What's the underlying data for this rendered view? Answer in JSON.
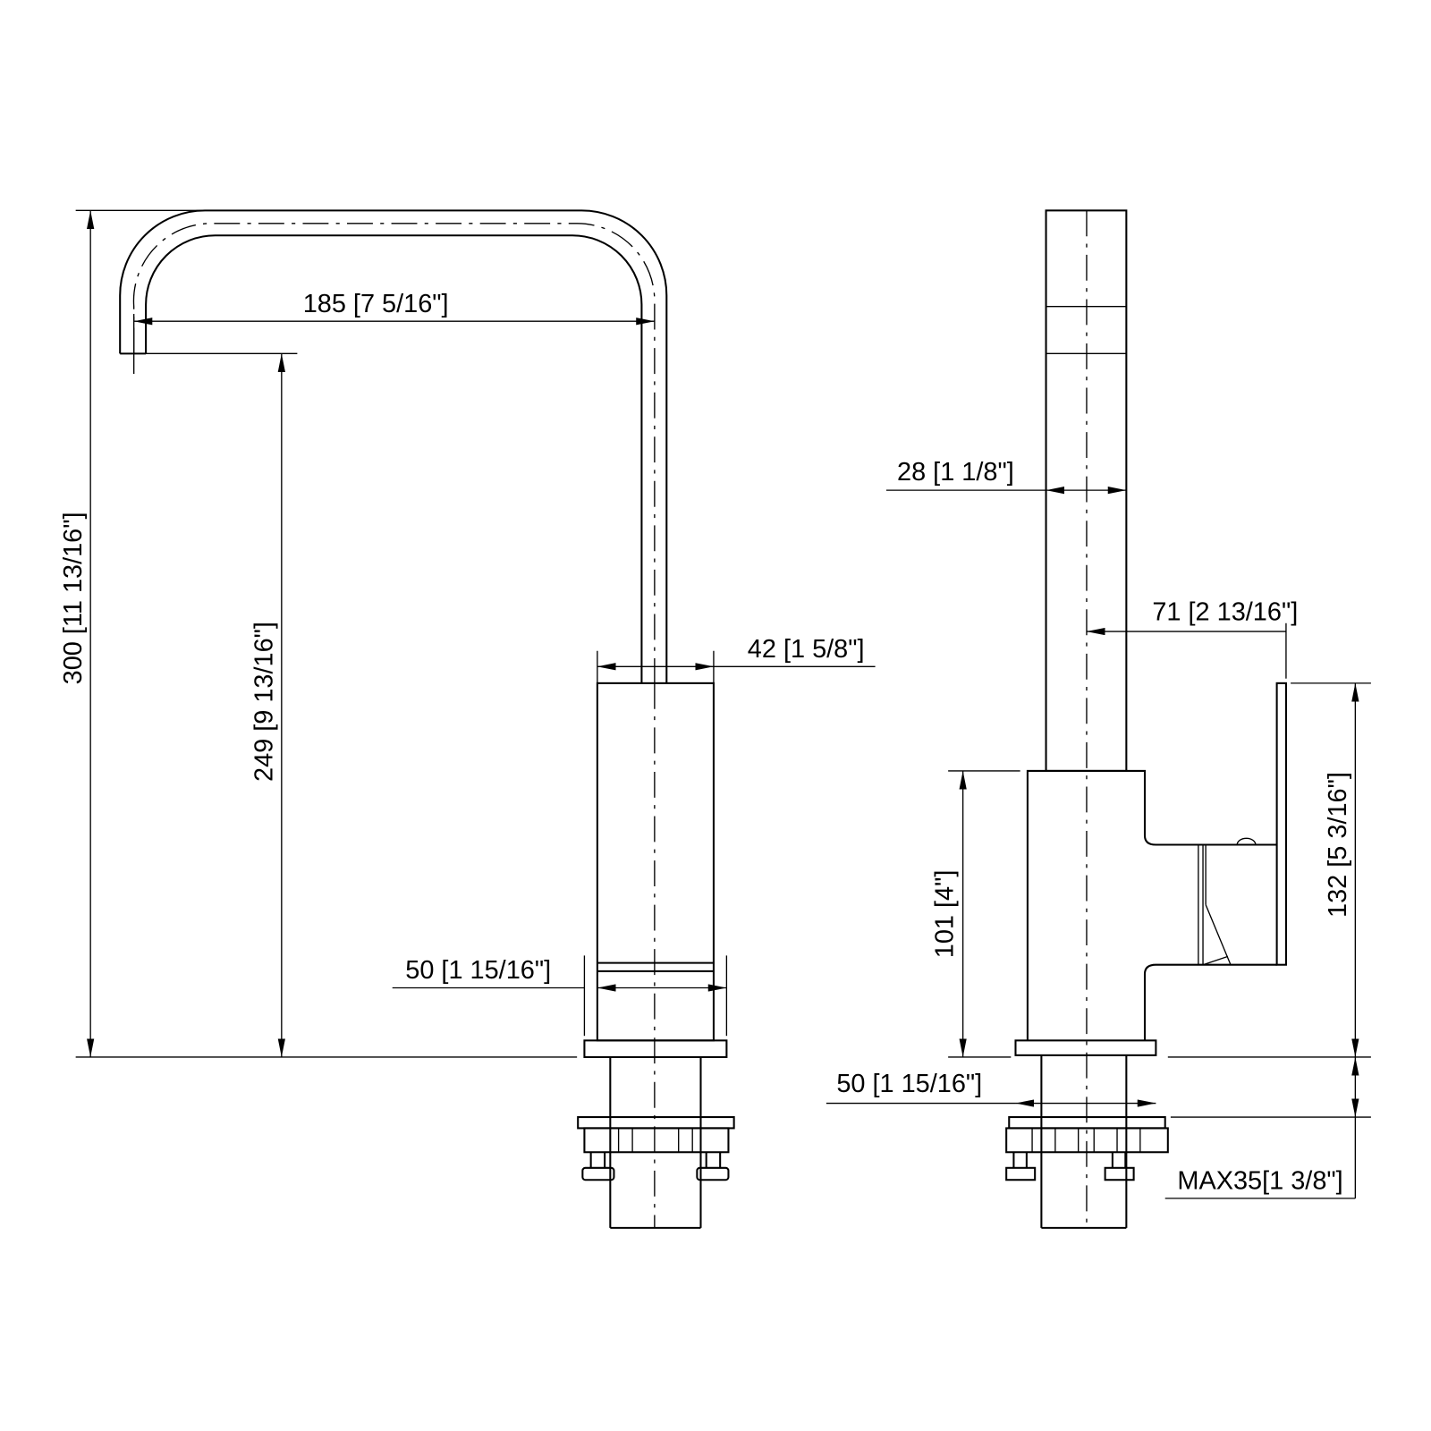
{
  "drawing": {
    "front_view": {
      "dimensions": {
        "total_height": "300 [11 13/16\"]",
        "spout_height": "249 [9 13/16\"]",
        "spout_reach": "185 [7 5/16\"]",
        "body_width": "42 [1 5/8\"]",
        "base_width": "50 [1 15/16\"]"
      }
    },
    "side_view": {
      "dimensions": {
        "tube_width": "28 [1 1/8\"]",
        "handle_offset": "71 [2 13/16\"]",
        "handle_height": "132 [5 3/16\"]",
        "body_height": "101 [4\"]",
        "base_width": "50 [1 15/16\"]",
        "max_counter_thickness": "MAX35[1 3/8\"]"
      }
    },
    "line_color": "#000000"
  }
}
